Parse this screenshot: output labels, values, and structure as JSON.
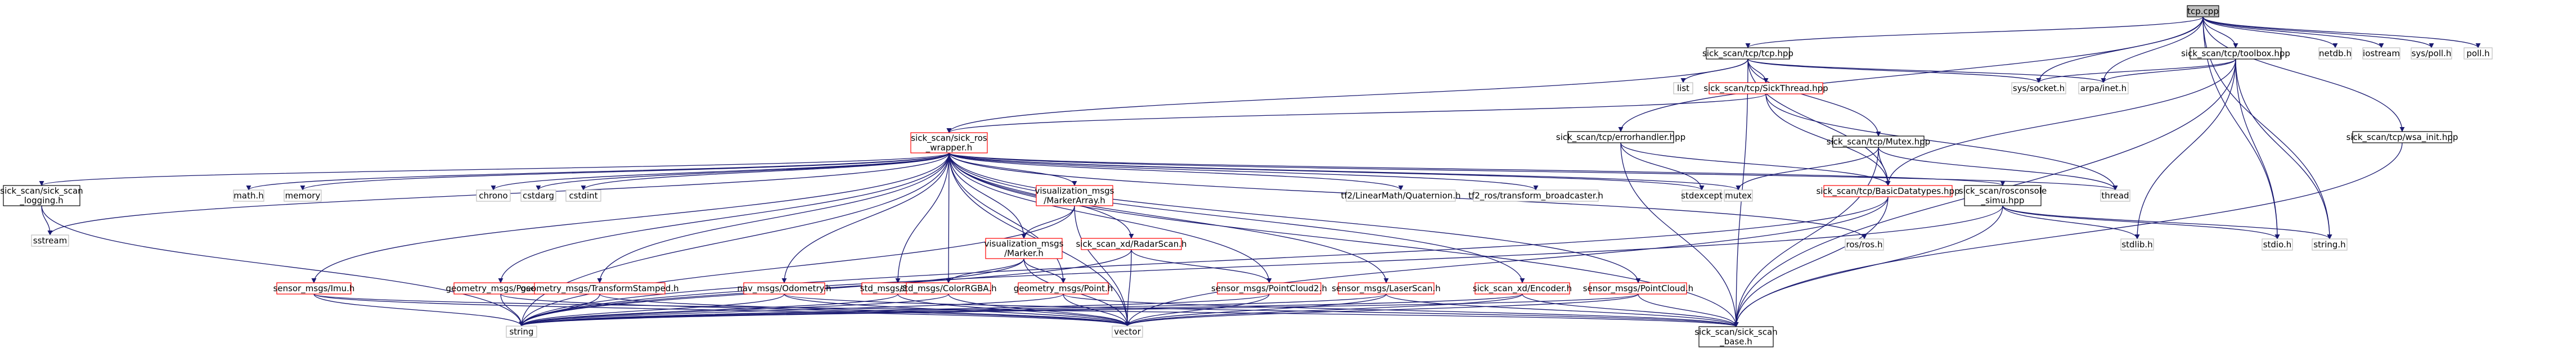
{
  "colors": {
    "edge": "#191970",
    "highlight_fill": "#bfbfbf",
    "border": "#000000",
    "red_border": "#ff0000",
    "ext_border": "#bfbfbf"
  },
  "nodes": {
    "tcp_cpp": {
      "label": [
        "tcp.cpp"
      ],
      "style": "gray"
    },
    "tcp_hpp": {
      "label": [
        "sick_scan/tcp/tcp.hpp"
      ],
      "style": "white"
    },
    "toolbox_hpp": {
      "label": [
        "sick_scan/tcp/toolbox.hpp"
      ],
      "style": "white"
    },
    "netdb_h": {
      "label": [
        "netdb.h"
      ],
      "style": "ext"
    },
    "iostream": {
      "label": [
        "iostream"
      ],
      "style": "ext"
    },
    "sys_poll_h": {
      "label": [
        "sys/poll.h"
      ],
      "style": "ext"
    },
    "poll_h": {
      "label": [
        "poll.h"
      ],
      "style": "ext"
    },
    "list": {
      "label": [
        "list"
      ],
      "style": "ext"
    },
    "sickthread_hpp": {
      "label": [
        "sick_scan/tcp/SickThread.hpp"
      ],
      "style": "red"
    },
    "sys_socket_h": {
      "label": [
        "sys/socket.h"
      ],
      "style": "ext"
    },
    "arpa_inet_h": {
      "label": [
        "arpa/inet.h"
      ],
      "style": "ext"
    },
    "mutex_hpp": {
      "label": [
        "sick_scan/tcp/Mutex.hpp"
      ],
      "style": "white"
    },
    "errorhandler_hpp": {
      "label": [
        "sick_scan/tcp/errorhandler.hpp"
      ],
      "style": "white"
    },
    "wsa_init_hpp": {
      "label": [
        "sick_scan/tcp/wsa_init.hpp"
      ],
      "style": "white"
    },
    "sick_ros_wrapper_h": {
      "label": [
        "sick_scan/sick_ros",
        "_wrapper.h"
      ],
      "style": "red"
    },
    "sick_scan_logging_h": {
      "label": [
        "sick_scan/sick_scan",
        "_logging.h"
      ],
      "style": "white"
    },
    "sstream": {
      "label": [
        "sstream"
      ],
      "style": "ext"
    },
    "math_h": {
      "label": [
        "math.h"
      ],
      "style": "ext"
    },
    "memory": {
      "label": [
        "memory"
      ],
      "style": "ext"
    },
    "chrono": {
      "label": [
        "chrono"
      ],
      "style": "ext"
    },
    "cstdarg": {
      "label": [
        "cstdarg"
      ],
      "style": "ext"
    },
    "cstdint": {
      "label": [
        "cstdint"
      ],
      "style": "ext"
    },
    "viz_markerarray_h": {
      "label": [
        "visualization_msgs",
        "/MarkerArray.h"
      ],
      "style": "red"
    },
    "viz_marker_h": {
      "label": [
        "visualization_msgs",
        "/Marker.h"
      ],
      "style": "red"
    },
    "radarscan_h": {
      "label": [
        "sick_scan_xd/RadarScan.h"
      ],
      "style": "red"
    },
    "tf2_quaternion": {
      "label": [
        "tf2/LinearMath/Quaternion.h"
      ],
      "style": "ext"
    },
    "tf2_broadcaster": {
      "label": [
        "tf2_ros/transform_broadcaster.h"
      ],
      "style": "ext"
    },
    "stdexcept": {
      "label": [
        "stdexcept"
      ],
      "style": "ext"
    },
    "mutex": {
      "label": [
        "mutex"
      ],
      "style": "ext"
    },
    "basicdatatypes_hpp": {
      "label": [
        "sick_scan/tcp/BasicDatatypes.hpp"
      ],
      "style": "red"
    },
    "rosconsole_hpp": {
      "label": [
        "sick_scan/rosconsole",
        "_simu.hpp"
      ],
      "style": "white"
    },
    "thread": {
      "label": [
        "thread"
      ],
      "style": "ext"
    },
    "ros_ros_h": {
      "label": [
        "ros/ros.h"
      ],
      "style": "ext"
    },
    "stdlib_h": {
      "label": [
        "stdlib.h"
      ],
      "style": "ext"
    },
    "stdio_h": {
      "label": [
        "stdio.h"
      ],
      "style": "ext"
    },
    "string_h": {
      "label": [
        "string.h"
      ],
      "style": "ext"
    },
    "imu_h": {
      "label": [
        "sensor_msgs/Imu.h"
      ],
      "style": "red"
    },
    "pose2d_h": {
      "label": [
        "geometry_msgs/Pose2D.h"
      ],
      "style": "red"
    },
    "transformstamped_h": {
      "label": [
        "geometry_msgs/TransformStamped.h"
      ],
      "style": "red"
    },
    "odometry_h": {
      "label": [
        "nav_msgs/Odometry.h"
      ],
      "style": "red"
    },
    "std_string_h": {
      "label": [
        "std_msgs/String.h"
      ],
      "style": "red"
    },
    "colorrgba_h": {
      "label": [
        "std_msgs/ColorRGBA.h"
      ],
      "style": "red"
    },
    "point_h": {
      "label": [
        "geometry_msgs/Point.h"
      ],
      "style": "red"
    },
    "pointcloud2_h": {
      "label": [
        "sensor_msgs/PointCloud2.h"
      ],
      "style": "red"
    },
    "laserscan_h": {
      "label": [
        "sensor_msgs/LaserScan.h"
      ],
      "style": "red"
    },
    "encoder_h": {
      "label": [
        "sick_scan_xd/Encoder.h"
      ],
      "style": "red"
    },
    "pointcloud_h": {
      "label": [
        "sensor_msgs/PointCloud.h"
      ],
      "style": "red"
    },
    "string": {
      "label": [
        "string"
      ],
      "style": "ext"
    },
    "vector": {
      "label": [
        "vector"
      ],
      "style": "ext"
    },
    "sick_scan_base_h": {
      "label": [
        "sick_scan/sick_scan",
        "_base.h"
      ],
      "style": "white"
    }
  },
  "edges": [
    [
      "tcp_cpp",
      "tcp_hpp"
    ],
    [
      "tcp_cpp",
      "toolbox_hpp"
    ],
    [
      "tcp_cpp",
      "netdb_h"
    ],
    [
      "tcp_cpp",
      "iostream"
    ],
    [
      "tcp_cpp",
      "sys_poll_h"
    ],
    [
      "tcp_cpp",
      "poll_h"
    ],
    [
      "tcp_cpp",
      "sys_socket_h"
    ],
    [
      "tcp_cpp",
      "arpa_inet_h"
    ],
    [
      "tcp_cpp",
      "errorhandler_hpp"
    ],
    [
      "tcp_cpp",
      "wsa_init_hpp"
    ],
    [
      "tcp_cpp",
      "stdio_h"
    ],
    [
      "tcp_cpp",
      "string_h"
    ],
    [
      "tcp_hpp",
      "list"
    ],
    [
      "tcp_hpp",
      "sickthread_hpp"
    ],
    [
      "tcp_hpp",
      "sys_socket_h"
    ],
    [
      "tcp_hpp",
      "arpa_inet_h"
    ],
    [
      "tcp_hpp",
      "mutex_hpp"
    ],
    [
      "tcp_hpp",
      "sick_ros_wrapper_h"
    ],
    [
      "tcp_hpp",
      "basicdatatypes_hpp"
    ],
    [
      "tcp_hpp",
      "sick_scan_base_h"
    ],
    [
      "toolbox_hpp",
      "sys_socket_h"
    ],
    [
      "toolbox_hpp",
      "arpa_inet_h"
    ],
    [
      "toolbox_hpp",
      "basicdatatypes_hpp"
    ],
    [
      "toolbox_hpp",
      "stdlib_h"
    ],
    [
      "toolbox_hpp",
      "stdio_h"
    ],
    [
      "toolbox_hpp",
      "string_h"
    ],
    [
      "toolbox_hpp",
      "sick_scan_base_h"
    ],
    [
      "sickthread_hpp",
      "sick_ros_wrapper_h"
    ],
    [
      "sickthread_hpp",
      "thread"
    ],
    [
      "sickthread_hpp",
      "basicdatatypes_hpp"
    ],
    [
      "mutex_hpp",
      "mutex"
    ],
    [
      "mutex_hpp",
      "thread"
    ],
    [
      "mutex_hpp",
      "basicdatatypes_hpp"
    ],
    [
      "mutex_hpp",
      "sick_scan_base_h"
    ],
    [
      "errorhandler_hpp",
      "stdexcept"
    ],
    [
      "errorhandler_hpp",
      "basicdatatypes_hpp"
    ],
    [
      "errorhandler_hpp",
      "sick_scan_base_h"
    ],
    [
      "wsa_init_hpp",
      "sick_scan_base_h"
    ],
    [
      "sick_ros_wrapper_h",
      "sick_scan_logging_h"
    ],
    [
      "sick_ros_wrapper_h",
      "sstream"
    ],
    [
      "sick_ros_wrapper_h",
      "math_h"
    ],
    [
      "sick_ros_wrapper_h",
      "memory"
    ],
    [
      "sick_ros_wrapper_h",
      "chrono"
    ],
    [
      "sick_ros_wrapper_h",
      "cstdarg"
    ],
    [
      "sick_ros_wrapper_h",
      "cstdint"
    ],
    [
      "sick_ros_wrapper_h",
      "viz_markerarray_h"
    ],
    [
      "sick_ros_wrapper_h",
      "viz_marker_h"
    ],
    [
      "sick_ros_wrapper_h",
      "radarscan_h"
    ],
    [
      "sick_ros_wrapper_h",
      "tf2_quaternion"
    ],
    [
      "sick_ros_wrapper_h",
      "tf2_broadcaster"
    ],
    [
      "sick_ros_wrapper_h",
      "stdexcept"
    ],
    [
      "sick_ros_wrapper_h",
      "mutex"
    ],
    [
      "sick_ros_wrapper_h",
      "thread"
    ],
    [
      "sick_ros_wrapper_h",
      "rosconsole_hpp"
    ],
    [
      "sick_ros_wrapper_h",
      "ros_ros_h"
    ],
    [
      "sick_ros_wrapper_h",
      "imu_h"
    ],
    [
      "sick_ros_wrapper_h",
      "pose2d_h"
    ],
    [
      "sick_ros_wrapper_h",
      "transformstamped_h"
    ],
    [
      "sick_ros_wrapper_h",
      "odometry_h"
    ],
    [
      "sick_ros_wrapper_h",
      "std_string_h"
    ],
    [
      "sick_ros_wrapper_h",
      "colorrgba_h"
    ],
    [
      "sick_ros_wrapper_h",
      "point_h"
    ],
    [
      "sick_ros_wrapper_h",
      "pointcloud2_h"
    ],
    [
      "sick_ros_wrapper_h",
      "laserscan_h"
    ],
    [
      "sick_ros_wrapper_h",
      "encoder_h"
    ],
    [
      "sick_ros_wrapper_h",
      "pointcloud_h"
    ],
    [
      "sick_ros_wrapper_h",
      "string"
    ],
    [
      "sick_ros_wrapper_h",
      "vector"
    ],
    [
      "sick_ros_wrapper_h",
      "sick_scan_base_h"
    ],
    [
      "sick_scan_logging_h",
      "sstream"
    ],
    [
      "sick_scan_logging_h",
      "string"
    ],
    [
      "viz_markerarray_h",
      "viz_marker_h"
    ],
    [
      "viz_markerarray_h",
      "vector"
    ],
    [
      "viz_markerarray_h",
      "string"
    ],
    [
      "viz_marker_h",
      "colorrgba_h"
    ],
    [
      "viz_marker_h",
      "point_h"
    ],
    [
      "viz_marker_h",
      "vector"
    ],
    [
      "viz_marker_h",
      "string"
    ],
    [
      "radarscan_h",
      "pointcloud2_h"
    ],
    [
      "radarscan_h",
      "vector"
    ],
    [
      "radarscan_h",
      "string"
    ],
    [
      "basicdatatypes_hpp",
      "sick_scan_base_h"
    ],
    [
      "basicdatatypes_hpp",
      "vector"
    ],
    [
      "basicdatatypes_hpp",
      "string"
    ],
    [
      "rosconsole_hpp",
      "stdio_h"
    ],
    [
      "rosconsole_hpp",
      "stdlib_h"
    ],
    [
      "rosconsole_hpp",
      "string_h"
    ],
    [
      "rosconsole_hpp",
      "sick_scan_base_h"
    ],
    [
      "rosconsole_hpp",
      "string"
    ],
    [
      "imu_h",
      "string"
    ],
    [
      "imu_h",
      "vector"
    ],
    [
      "pose2d_h",
      "string"
    ],
    [
      "pose2d_h",
      "vector"
    ],
    [
      "transformstamped_h",
      "string"
    ],
    [
      "transformstamped_h",
      "vector"
    ],
    [
      "odometry_h",
      "string"
    ],
    [
      "odometry_h",
      "vector"
    ],
    [
      "std_string_h",
      "string"
    ],
    [
      "std_string_h",
      "vector"
    ],
    [
      "colorrgba_h",
      "string"
    ],
    [
      "colorrgba_h",
      "vector"
    ],
    [
      "point_h",
      "string"
    ],
    [
      "point_h",
      "vector"
    ],
    [
      "pointcloud2_h",
      "string"
    ],
    [
      "pointcloud2_h",
      "vector"
    ],
    [
      "laserscan_h",
      "string"
    ],
    [
      "laserscan_h",
      "vector"
    ],
    [
      "encoder_h",
      "string"
    ],
    [
      "encoder_h",
      "vector"
    ],
    [
      "pointcloud_h",
      "string"
    ],
    [
      "pointcloud_h",
      "vector"
    ],
    [
      "imu_h",
      "sick_scan_base_h"
    ],
    [
      "odometry_h",
      "sick_scan_base_h"
    ],
    [
      "point_h",
      "sick_scan_base_h"
    ],
    [
      "laserscan_h",
      "sick_scan_base_h"
    ],
    [
      "encoder_h",
      "sick_scan_base_h"
    ],
    [
      "pointcloud_h",
      "sick_scan_base_h"
    ]
  ]
}
